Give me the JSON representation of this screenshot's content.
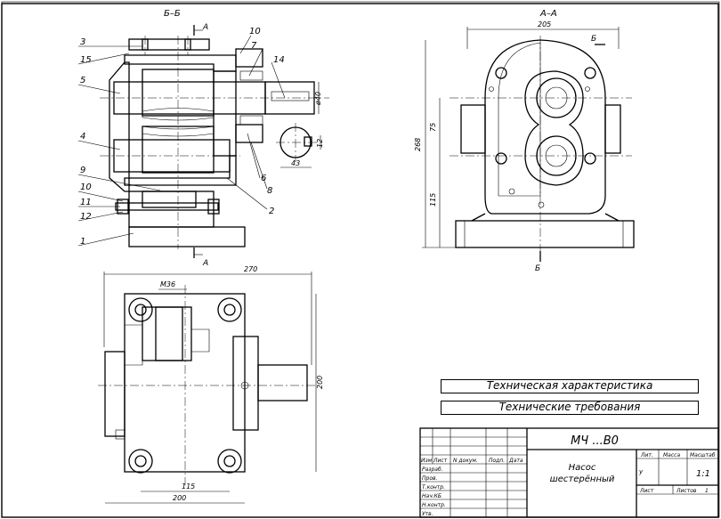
{
  "views": {
    "section_bb_title": "Б–Б",
    "section_aa_title": "А–А",
    "cut_a_label": "А",
    "cut_b_label": "Б"
  },
  "callouts": [
    "3",
    "15",
    "5",
    "4",
    "9",
    "10",
    "11",
    "12",
    "1",
    "10",
    "7",
    "14",
    "6",
    "8",
    "2"
  ],
  "dimensions": {
    "aa_width": "205",
    "aa_height": "268",
    "aa_upper": "75",
    "aa_lower": "115",
    "shaft_dia": "ø40",
    "key_depth": "43",
    "key_width": "12",
    "plan_width": "270",
    "plan_height": "200",
    "plan_base": "200",
    "plan_inner": "115",
    "thread": "M36"
  },
  "panels": {
    "tech_char": "Техническая характеристика",
    "tech_req": "Технические требования"
  },
  "title_block": {
    "designation": "МЧ ...В0",
    "name": "Насос шестерённый",
    "scale": "1:1",
    "headers": {
      "lit": "Лит.",
      "mass": "Масса",
      "scale_label": "Масштаб"
    },
    "sheet_label": "Лист",
    "sheets_label": "Листов",
    "sheets_count": "1",
    "rev_header": [
      "Изм",
      "Лист",
      "N докум.",
      "Подп.",
      "Дата"
    ],
    "roles": [
      "Разраб.",
      "Пров.",
      "Т.контр.",
      "Нач.КБ",
      "Н.контр.",
      "Утв."
    ],
    "lit_marker": "у"
  }
}
